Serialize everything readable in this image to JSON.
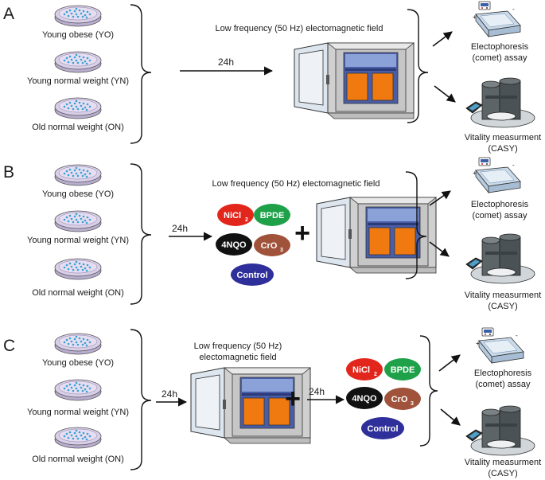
{
  "panels": [
    {
      "letter": "A",
      "dishes": [
        "Young obese (YO)",
        "Young normal weight (YN)",
        "Old normal weight (ON)"
      ],
      "field_label": "Low frequency (50 Hz) electomagnetic field",
      "time": "24h",
      "outcomes": [
        {
          "line1": "Electophoresis",
          "line2": "(comet) assay"
        },
        {
          "line1": "Vitality measurment",
          "line2": "(CASY)"
        }
      ]
    },
    {
      "letter": "B",
      "dishes": [
        "Young obese (YO)",
        "Young normal weight (YN)",
        "Old normal weight (ON)"
      ],
      "field_label": "Low frequency (50 Hz) electomagnetic field",
      "time": "24h",
      "plus": "+",
      "outcomes": [
        {
          "line1": "Electophoresis",
          "line2": "(comet) assay"
        },
        {
          "line1": "Vitality measurment",
          "line2": "(CASY)"
        }
      ]
    },
    {
      "letter": "C",
      "dishes": [
        "Young obese (YO)",
        "Young normal weight (YN)",
        "Old normal weight (ON)"
      ],
      "field_label_line1": "Low frequency (50 Hz)",
      "field_label_line2": "electomagnetic field",
      "time1": "24h",
      "time2": "24h",
      "plus": "+",
      "outcomes": [
        {
          "line1": "Electophoresis",
          "line2": "(comet) assay"
        },
        {
          "line1": "Vitality measurment",
          "line2": "(CASY)"
        }
      ]
    }
  ],
  "treatments": {
    "nicl": {
      "text": "NiCl",
      "sub": "2",
      "color": "#e2261c"
    },
    "bpde": {
      "text": "BPDE",
      "color": "#1fa14a"
    },
    "nqo": {
      "text": "4NQO",
      "color": "#111111"
    },
    "cro": {
      "text": "CrO",
      "sub": "3",
      "color": "#a0523a"
    },
    "control": {
      "text": "Control",
      "color": "#2e2f9a"
    }
  },
  "colors": {
    "dish": "#d9cfe8",
    "dots": "#3aa0d6",
    "incubator": "#d4d4d4",
    "door_panel": "#7e98cf",
    "flask": "#f07a10",
    "casy": "#5c6468",
    "gel": "#c9daea"
  }
}
